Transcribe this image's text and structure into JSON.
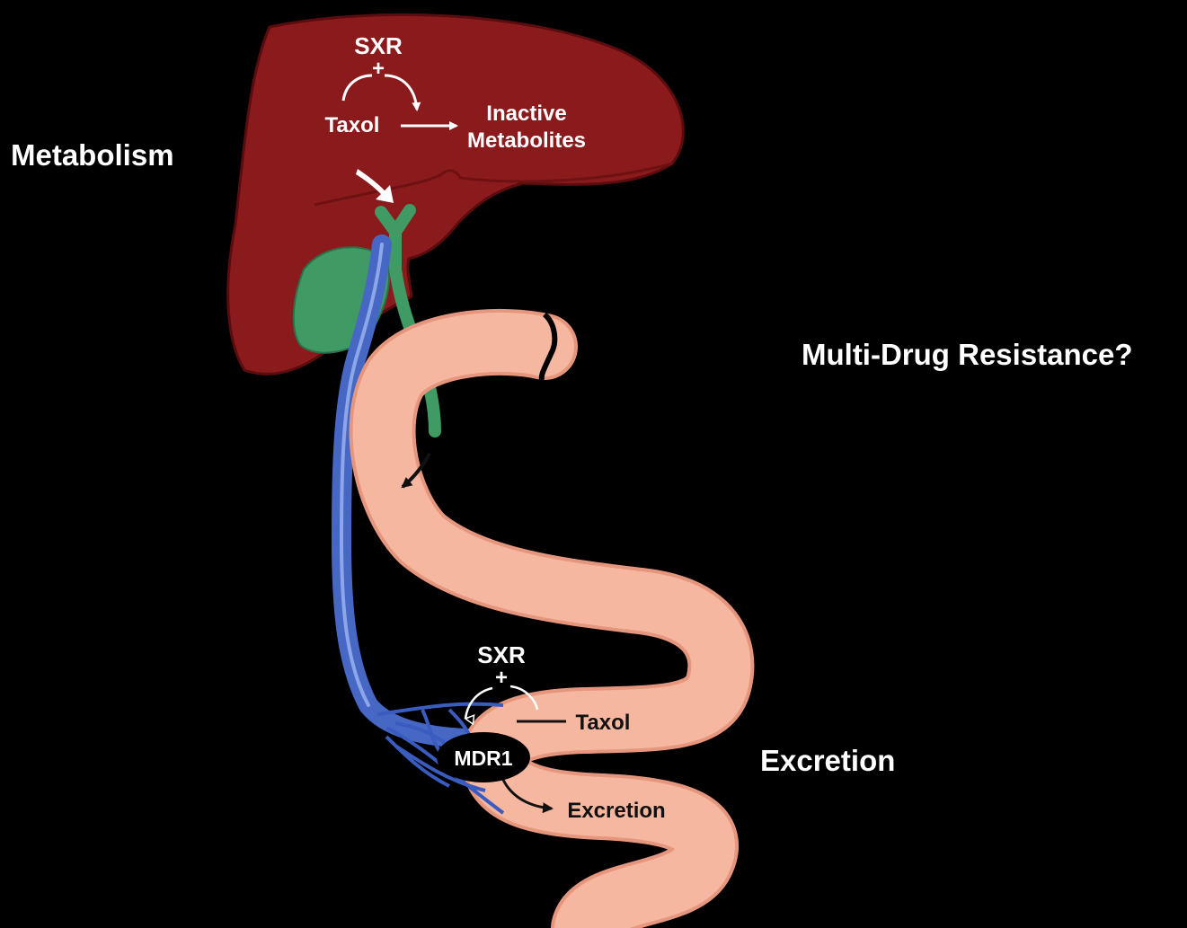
{
  "labels": {
    "metabolism": "Metabolism",
    "multi_drug_resistance": "Multi-Drug Resistance?",
    "excretion": "Excretion"
  },
  "liver": {
    "receptor": "SXR",
    "plus": "+",
    "drug": "Taxol",
    "product_line1": "Inactive",
    "product_line2": "Metabolites"
  },
  "intestine": {
    "receptor": "SXR",
    "plus": "+",
    "transporter": "MDR1",
    "drug": "Taxol",
    "outcome": "Excretion"
  },
  "colors": {
    "background": "#000000",
    "liver": "#8b1a1c",
    "liver_edge": "#5a0c0e",
    "gallbladder": "#3f9a63",
    "intestine": "#f6b7a0",
    "intestine_edge": "#e6967d",
    "vein": "#4667c4",
    "vein_highlight": "#8da6e8",
    "text": "#ffffff"
  }
}
